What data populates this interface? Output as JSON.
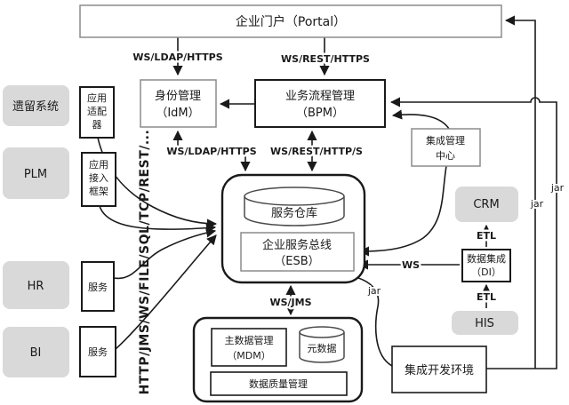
{
  "colors": {
    "line": "#1a1a1a",
    "gray_box_fill": "#d9d9d9",
    "white_box_fill": "#ffffff",
    "thin_border": "#8c8c8c"
  },
  "nodes": {
    "portal": {
      "label": "企业门户（Portal）"
    },
    "idm": {
      "lines": [
        "身份管理",
        "（IdM）"
      ]
    },
    "bpm": {
      "lines": [
        "业务流程管理",
        "（BPM）"
      ]
    },
    "integration_center": {
      "lines": [
        "集成管理",
        "中心"
      ]
    },
    "legacy": {
      "label": "遗留系统"
    },
    "plm": {
      "label": "PLM"
    },
    "hr": {
      "label": "HR"
    },
    "bi": {
      "label": "BI"
    },
    "adapter": {
      "lines": [
        "应用",
        "适配",
        "器"
      ]
    },
    "access_framework": {
      "lines": [
        "应用",
        "接入",
        "框架"
      ]
    },
    "hr_service": {
      "label": "服务"
    },
    "bi_service": {
      "label": "服务"
    },
    "service_repository": {
      "label": "服务仓库"
    },
    "esb": {
      "lines": [
        "企业服务总线",
        "（ESB）"
      ]
    },
    "mdm": {
      "lines": [
        "主数据管理",
        "（MDM）"
      ]
    },
    "metadata": {
      "label": "元数据"
    },
    "data_quality": {
      "label": "数据质量管理"
    },
    "crm": {
      "label": "CRM"
    },
    "di": {
      "lines": [
        "数据集成",
        "（DI）"
      ]
    },
    "his": {
      "label": "HIS"
    },
    "ide": {
      "label": "集成开发环境"
    }
  },
  "edges": {
    "portal_idm": "WS/LDAP/HTTPS",
    "portal_bpm": "WS/REST/HTTPS",
    "idm_bus": "WS/LDAP/HTTPS",
    "bpm_bus": "WS/REST/HTTP/S",
    "bus_mdm": "WS/JMS",
    "di_bus": "WS",
    "di_crm": "ETL",
    "his_di": "ETL",
    "jar_portal": "jar",
    "jar_bpm": "jar",
    "jar_bus": "jar",
    "left_protocols": "HTTP/JMS/WS/FILE/SQL/TCP/REST/..."
  }
}
